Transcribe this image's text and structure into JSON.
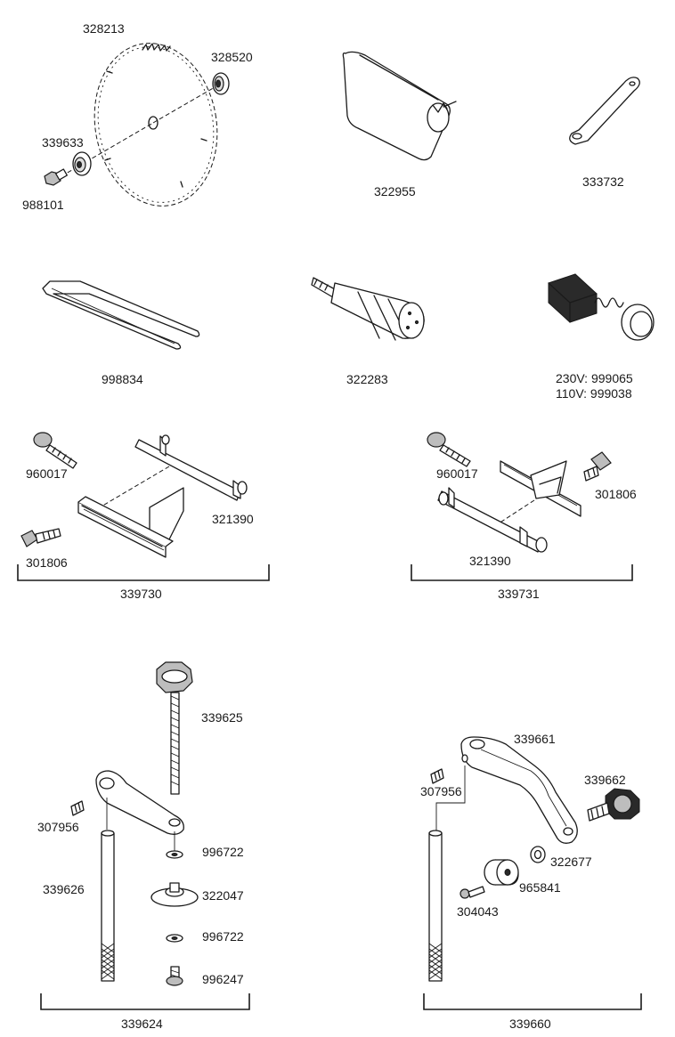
{
  "labels": {
    "blade": "328213",
    "flange_outer": "328520",
    "flange_inner": "339633",
    "arbor_bolt": "988101",
    "blade_guard": "322955",
    "wrench": "333732",
    "push_stick": "998834",
    "knob_handle": "322283",
    "brush_230": "230V: 999065",
    "brush_110": "110V: 999038",
    "thumb_screw_a": "960017",
    "rod_a": "321390",
    "wing_bolt_a": "301806",
    "assembly_a": "339730",
    "thumb_screw_b": "960017",
    "wing_bolt_b": "301806",
    "rod_b": "321390",
    "assembly_b": "339731",
    "clamp_screw": "339625",
    "set_screw_a": "307956",
    "washer_top": "996722",
    "pad": "322047",
    "washer_bottom": "996722",
    "screw_bottom": "996247",
    "post_a": "339626",
    "assembly_c": "339624",
    "arm": "339661",
    "knob_b": "339662",
    "set_screw_b": "307956",
    "washer_arm": "322677",
    "roller": "965841",
    "screw_roller": "304043",
    "assembly_d": "339660"
  }
}
